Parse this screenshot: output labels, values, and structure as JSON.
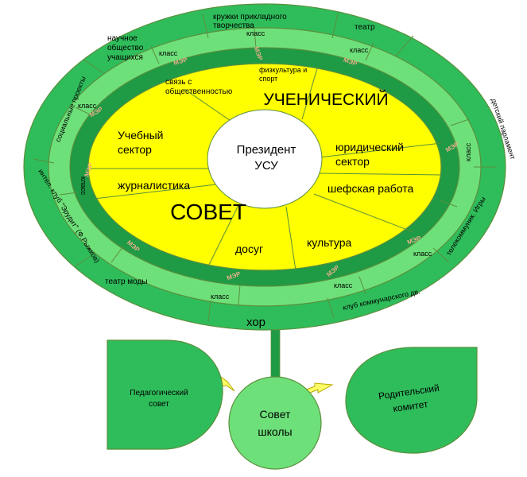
{
  "colors": {
    "outer_ring": "#2fbd5b",
    "light_ring": "#6ee07a",
    "dark_ring": "#1f9a45",
    "yellow": "#ffff00",
    "white": "#ffffff",
    "stroke": "#5a8f3c",
    "leaf": "#2fbd5b",
    "arrow": "#ffff66",
    "arrow_stroke": "#b8a800",
    "stem": "#1f9a45"
  },
  "center": {
    "line1": "Президент",
    "line2": "УСУ"
  },
  "big_title": {
    "top": "УЧЕНИЧЕСКИЙ",
    "bottom": "СОВЕТ"
  },
  "sectors": {
    "study_1": "Учебный",
    "study_2": "сектор",
    "journalism": "журналистика",
    "leisure": "досуг",
    "culture": "культура",
    "patronage": "шефская работа",
    "legal_1": "юридический",
    "legal_2": "сектор",
    "public_1": "связь с",
    "public_2": "общественностью",
    "sport_1": "физкультура и",
    "sport_2": "спорт"
  },
  "class_label": "класс",
  "logo_text": "МЭР",
  "outer_ring_labels": {
    "crafts_1": "кружки прикладного",
    "crafts_2": "творчества",
    "theatre": "театр",
    "society_1": "научное",
    "society_2": "общество",
    "society_3": "учащихся",
    "social_projects": "социальные проекты",
    "intel_club": "интел. клуб \"Эрудит\" (Ф.Рыжков)",
    "fashion_theatre": "театр моды",
    "choir": "хор",
    "communard_club": "клуб коммунарского дв.",
    "telecom_games": "телекоммуник. Игры",
    "parliament": "детский парламент"
  },
  "bottom": {
    "pedagogical_1": "Педагогический",
    "pedagogical_2": "совет",
    "council_1": "Совет",
    "council_2": "школы",
    "parents_1": "Родительский",
    "parents_2": "комитет"
  }
}
